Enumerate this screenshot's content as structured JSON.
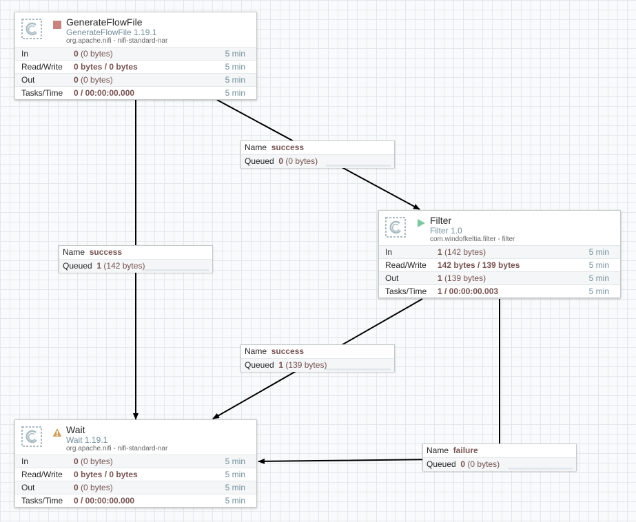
{
  "processors": [
    {
      "name": "GenerateFlowFile",
      "type": "GenerateFlowFile 1.19.1",
      "bundle": "org.apache.nifi - nifi-standard-nar",
      "status": "stopped",
      "status_color": "#c7837f",
      "stats": {
        "in_label": "In",
        "in_count": "0",
        "in_size": "(0 bytes)",
        "in_time": "5 min",
        "rw_label": "Read/Write",
        "rw_value": "0 bytes / 0 bytes",
        "rw_time": "5 min",
        "out_label": "Out",
        "out_count": "0",
        "out_size": "(0 bytes)",
        "out_time": "5 min",
        "tasks_label": "Tasks/Time",
        "tasks_value": "0 / 00:00:00.000",
        "tasks_time": "5 min"
      }
    },
    {
      "name": "Filter",
      "type": "Filter 1.0",
      "bundle": "com.windofkeltia.filter - filter",
      "status": "running",
      "status_color": "#7dc7a0",
      "stats": {
        "in_label": "In",
        "in_count": "1",
        "in_size": "(142 bytes)",
        "in_time": "5 min",
        "rw_label": "Read/Write",
        "rw_value": "142 bytes / 139 bytes",
        "rw_time": "5 min",
        "out_label": "Out",
        "out_count": "1",
        "out_size": "(139 bytes)",
        "out_time": "5 min",
        "tasks_label": "Tasks/Time",
        "tasks_value": "1 / 00:00:00.003",
        "tasks_time": "5 min"
      }
    },
    {
      "name": "Wait",
      "type": "Wait 1.19.1",
      "bundle": "org.apache.nifi - nifi-standard-nar",
      "status": "invalid",
      "status_color": "#cf9f5d",
      "stats": {
        "in_label": "In",
        "in_count": "0",
        "in_size": "(0 bytes)",
        "in_time": "5 min",
        "rw_label": "Read/Write",
        "rw_value": "0 bytes / 0 bytes",
        "rw_time": "5 min",
        "out_label": "Out",
        "out_count": "0",
        "out_size": "(0 bytes)",
        "out_time": "5 min",
        "tasks_label": "Tasks/Time",
        "tasks_value": "0 / 00:00:00.000",
        "tasks_time": "5 min"
      }
    }
  ],
  "connections": [
    {
      "from": "GenerateFlowFile",
      "to": "Filter",
      "name_label": "Name",
      "name": "success",
      "queued_label": "Queued",
      "queued_count": "0",
      "queued_size": "(0 bytes)"
    },
    {
      "from": "GenerateFlowFile",
      "to": "Wait",
      "name_label": "Name",
      "name": "success",
      "queued_label": "Queued",
      "queued_count": "1",
      "queued_size": "(142 bytes)"
    },
    {
      "from": "Filter",
      "to": "Wait",
      "name_label": "Name",
      "name": "success",
      "queued_label": "Queued",
      "queued_count": "1",
      "queued_size": "(139 bytes)"
    },
    {
      "from": "Filter",
      "to": "Wait",
      "name_label": "Name",
      "name": "failure",
      "queued_label": "Queued",
      "queued_count": "0",
      "queued_size": "(0 bytes)"
    }
  ],
  "icons": {
    "processor": "processor-icon",
    "stopped": "stop-icon",
    "running": "play-icon",
    "invalid": "warning-icon"
  }
}
